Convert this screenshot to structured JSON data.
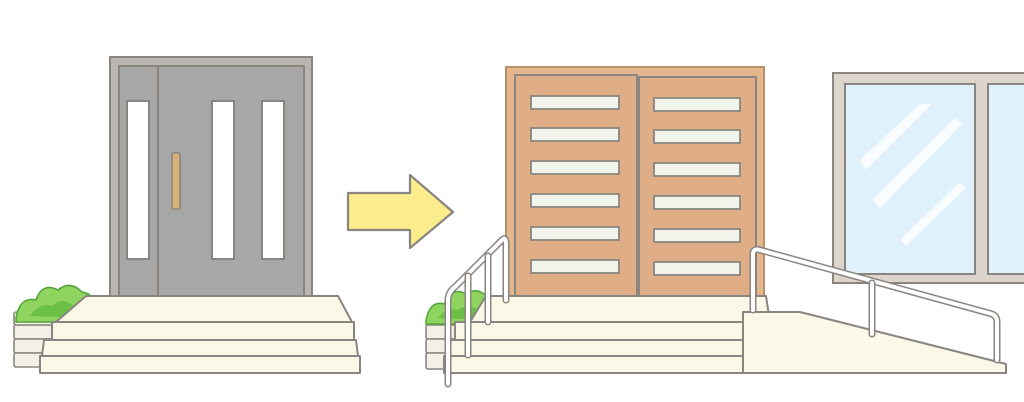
{
  "scene": {
    "before": {
      "door_type": "hinged-door",
      "door_color": "#a7a7a7",
      "frame_color": "#8a8580",
      "glass_color": "#ffffff",
      "handle_color": "#d6b27a",
      "step_count": 3
    },
    "arrow": {
      "fill_color": "#fbec8c",
      "stroke_color": "#8a8580"
    },
    "after": {
      "door_type": "sliding-door",
      "door_color": "#e0b088",
      "frame_color": "#c99a6e",
      "slit_color": "#f1f4ea",
      "window_glass_color": "#dff1fb",
      "window_frame_color": "#bdb6ad",
      "handrail_color": "#ffffff",
      "step_count": 3,
      "has_ramp": true
    },
    "colors": {
      "step_fill": "#fbf8e8",
      "outline": "#8a8580",
      "bush_light": "#8fd45f",
      "bush_dark": "#4fa33a",
      "wall": "#f3f1e6"
    }
  }
}
